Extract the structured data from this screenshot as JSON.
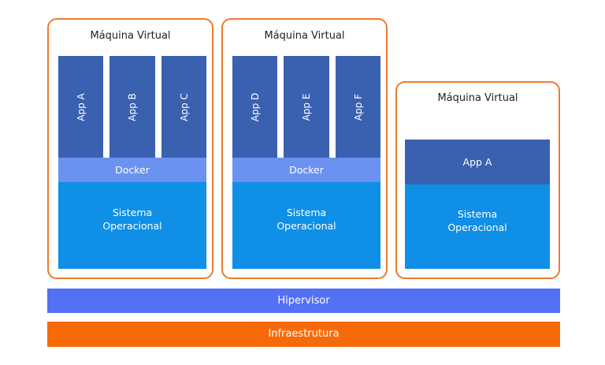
{
  "vm1": {
    "title": "Máquina Virtual",
    "apps": [
      "App A",
      "App B",
      "App C"
    ],
    "docker": "Docker",
    "os_line1": "Sistema",
    "os_line2": "Operacional"
  },
  "vm2": {
    "title": "Máquina Virtual",
    "apps": [
      "App D",
      "App E",
      "App F"
    ],
    "docker": "Docker",
    "os_line1": "Sistema",
    "os_line2": "Operacional"
  },
  "vm3": {
    "title": "Máquina Virtual",
    "app": "App A",
    "os_line1": "Sistema",
    "os_line2": "Operacional"
  },
  "hypervisor": "Hipervisor",
  "infrastructure": "Infraestrutura",
  "colors": {
    "vm_border": "#ee7a2c",
    "app": "#3a60b0",
    "docker": "#6b92f0",
    "os": "#0f8fe6",
    "hypervisor": "#5470f5",
    "infrastructure": "#f76a0a"
  }
}
